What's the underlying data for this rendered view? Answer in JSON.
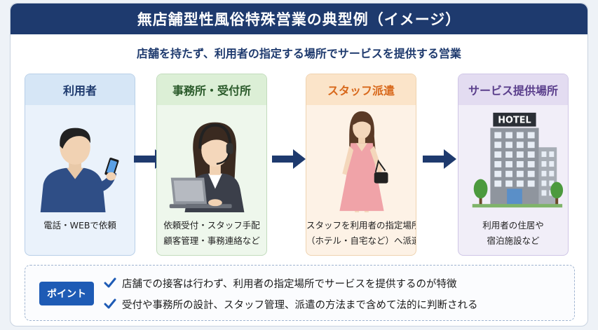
{
  "title": "無店舗型性風俗特殊営業の典型例（イメージ）",
  "subtitle": "店舗を持たず、利用者の指定する場所でサービスを提供する営業",
  "steps": [
    {
      "heading": "利用者",
      "lines": [
        "電話・WEBで依頼"
      ]
    },
    {
      "heading": "事務所・受付所",
      "lines": [
        "依頼受付・スタッフ手配",
        "顧客管理・事務連絡など"
      ]
    },
    {
      "heading": "スタッフ派遣",
      "lines": [
        "スタッフを利用者の指定場所",
        "（ホテル・自宅など）へ派遣"
      ]
    },
    {
      "heading": "サービス提供場所",
      "lines": [
        "利用者の住居や",
        "宿泊施設など"
      ],
      "sign": "HOTEL"
    }
  ],
  "points": {
    "badge": "ポイント",
    "items": [
      "店舗での接客は行わず、利用者の指定場所でサービスを提供するのが特徴",
      "受付や事務所の設計、スタッフ管理、派遣の方法まで含めて法的に判断される"
    ]
  },
  "colors": {
    "navy": "#1e3a6e",
    "accent_blue": "#1e5bb5",
    "orange": "#d8681b",
    "green": "#2a5a2a",
    "purple": "#5b3f8c"
  }
}
